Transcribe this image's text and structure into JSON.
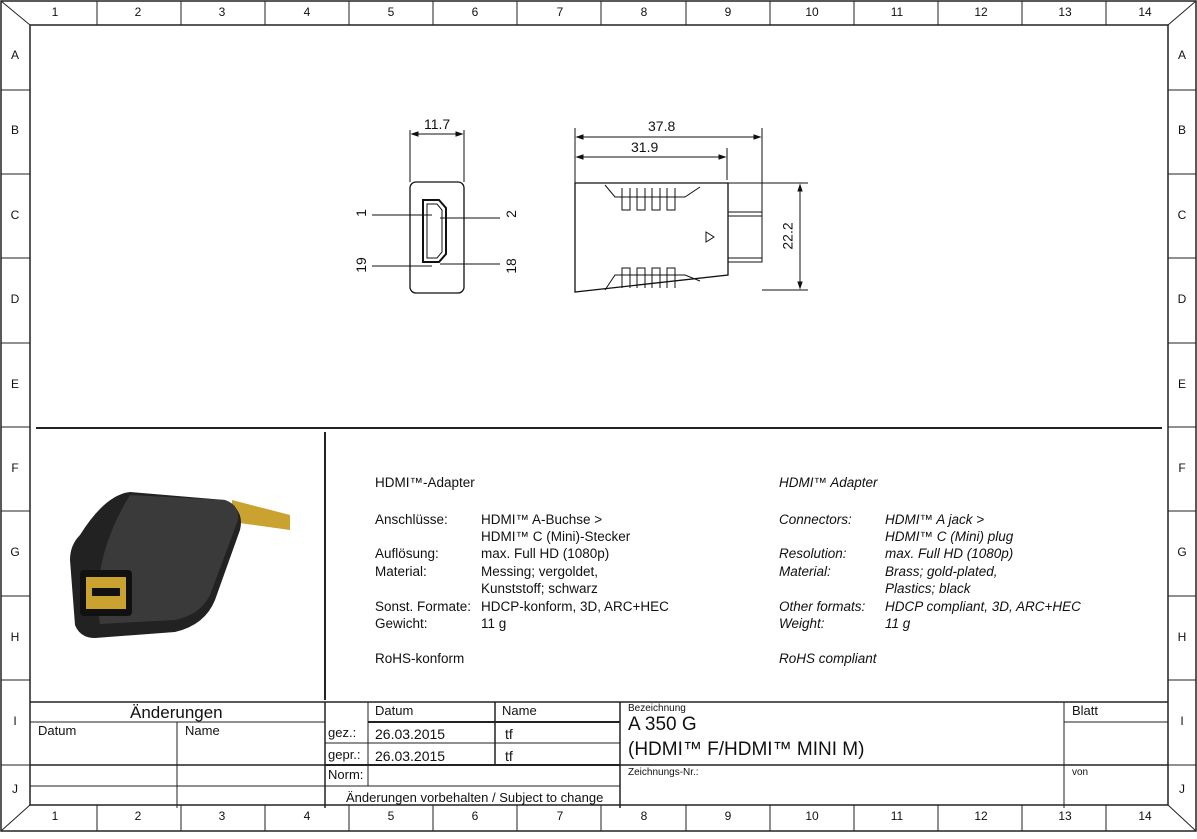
{
  "frame": {
    "columns": [
      "1",
      "2",
      "3",
      "4",
      "5",
      "6",
      "7",
      "8",
      "9",
      "10",
      "11",
      "12",
      "13",
      "14"
    ],
    "rows": [
      "A",
      "B",
      "C",
      "D",
      "E",
      "F",
      "G",
      "H",
      "I",
      "J"
    ]
  },
  "drawing": {
    "dim_width": "11.7",
    "dim_total_length": "37.8",
    "dim_body_length": "31.9",
    "dim_height": "22.2",
    "pin_1": "1",
    "pin_2": "2",
    "pin_19": "19",
    "pin_18": "18"
  },
  "spec_de": {
    "title": "HDMI™-Adapter",
    "rows": [
      {
        "label": "Anschlüsse:",
        "value": "HDMI™ A-Buchse >"
      },
      {
        "label": "",
        "value": "HDMI™ C (Mini)-Stecker"
      },
      {
        "label": "Auflösung:",
        "value": "max. Full HD (1080p)"
      },
      {
        "label": "Material:",
        "value": "Messing; vergoldet,"
      },
      {
        "label": "",
        "value": "Kunststoff; schwarz"
      },
      {
        "label": "Sonst. Formate:",
        "value": "HDCP-konform, 3D, ARC+HEC"
      },
      {
        "label": "Gewicht:",
        "value": "11 g"
      }
    ],
    "footer": "RoHS-konform"
  },
  "spec_en": {
    "title": "HDMI™ Adapter",
    "rows": [
      {
        "label": "Connectors:",
        "value": "HDMI™ A jack >"
      },
      {
        "label": "",
        "value": "HDMI™ C (Mini) plug"
      },
      {
        "label": "Resolution:",
        "value": "max. Full HD (1080p)"
      },
      {
        "label": "Material:",
        "value": "Brass; gold-plated,"
      },
      {
        "label": "",
        "value": "Plastics; black"
      },
      {
        "label": "Other formats:",
        "value": "HDCP compliant, 3D, ARC+HEC"
      },
      {
        "label": "Weight:",
        "value": "11 g"
      }
    ],
    "footer": "RoHS compliant"
  },
  "title_block": {
    "changes": "Änderungen",
    "datum": "Datum",
    "name": "Name",
    "datum2": "Datum",
    "name2": "Name",
    "drawn_label": "gez.:",
    "drawn_date": "26.03.2015",
    "drawn_name": "tf",
    "checked_label": "gepr.:",
    "checked_date": "26.03.2015",
    "checked_name": "tf",
    "norm_label": "Norm:",
    "disclaimer": "Änderungen vorbehalten / Subject to change",
    "designation_label": "Bezeichnung",
    "designation_line1": "A 350 G",
    "designation_line2": "(HDMI™ F/HDMI™ MINI M)",
    "drawing_no_label": "Zeichnungs-Nr.:",
    "sheet_label": "Blatt",
    "of_label": "von"
  }
}
